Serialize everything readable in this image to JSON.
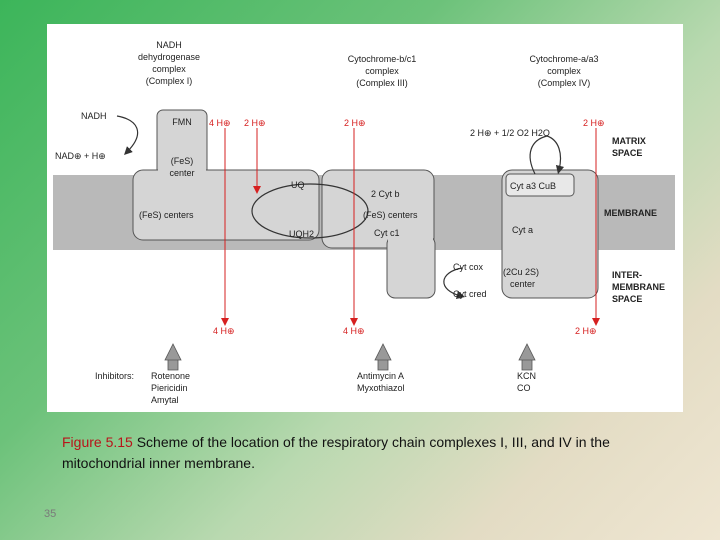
{
  "colors": {
    "membrane": "#b9b9b9",
    "complex_fill": "#d5d5d5",
    "proton_arrow": "#d62020",
    "caption_accent": "#b8141a"
  },
  "complex1": {
    "l1": "NADH",
    "l2": "dehydrogenase",
    "l3": "complex",
    "l4": "(Complex I)"
  },
  "complex3": {
    "l1": "Cytochrome-b/c1",
    "l2": "complex",
    "l3": "(Complex III)"
  },
  "complex4": {
    "l1": "Cytochrome-a/a3",
    "l2": "complex",
    "l3": "(Complex IV)"
  },
  "labels": {
    "nadh": "NADH",
    "nad": "NAD⊕ + H⊕",
    "fmn": "FMN",
    "fes_center_1": "(FeS)",
    "fes_center_2": "center",
    "fes_centers_1": "(FeS) centers",
    "uq": "UQ",
    "uqh2": "UQH2",
    "cyt_b": "2 Cyt b",
    "fes_centers_3": "(FeS) centers",
    "cyt_c1": "Cyt c1",
    "cyt_a3_cub": "Cyt a3  CuB",
    "cyt_a": "Cyt a",
    "cu2s_1": "(2Cu 2S)",
    "cu2s_2": "center",
    "cyt_cox": "Cyt cox",
    "cyt_cred": "Cyt cred",
    "water_rxn": "2 H⊕ + 1/2 O2   H2O",
    "matrix_1": "MATRIX",
    "matrix_2": "SPACE",
    "membrane": "MEMBRANE",
    "inter_1": "INTER-",
    "inter_2": "MEMBRANE",
    "inter_3": "SPACE"
  },
  "protons": {
    "top_4h": "4 H⊕",
    "top_2h_a": "2 H⊕",
    "top_2h_b": "2 H⊕",
    "top_2h_c": "2 H⊕",
    "bottom_4h_a": "4 H⊕",
    "bottom_4h_b": "4 H⊕",
    "bottom_2h": "2 H⊕"
  },
  "inhibitors": {
    "title": "Inhibitors:",
    "group1": [
      "Rotenone",
      "Piericidin",
      "Amytal"
    ],
    "group2": [
      "Antimycin A",
      "Myxothiazol"
    ],
    "group3": [
      "KCN",
      "CO"
    ]
  },
  "caption": {
    "figure_label": "Figure 5.15",
    "text": "Scheme of the location of the respiratory chain complexes I, III, and IV in the mitochondrial inner membrane."
  },
  "slide_number": "35"
}
